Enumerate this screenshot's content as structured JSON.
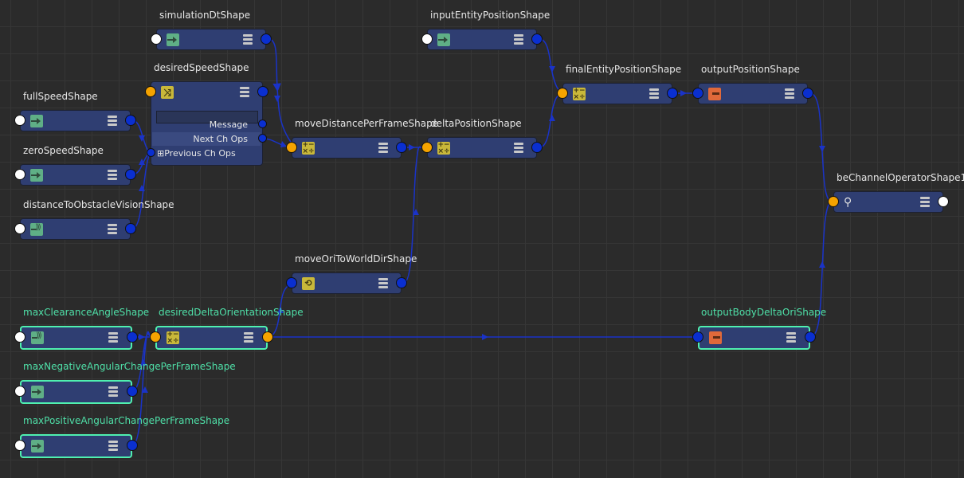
{
  "graph": {
    "wire_color": "#1a33c8",
    "selected_border_color": "#4ff0b0",
    "nodes": {
      "simulationDt": {
        "label": "simulationDtShape",
        "icon": "input-icon",
        "selected": false
      },
      "desiredSpeed": {
        "label": "desiredSpeedShape",
        "icon": "shuffle-icon",
        "selected": false,
        "attributes": {
          "message": "Message",
          "next_ch_ops": "Next Ch Ops",
          "previous_ch_ops": "Previous Ch Ops",
          "expand_glyph": "⊞"
        }
      },
      "fullSpeed": {
        "label": "fullSpeedShape",
        "icon": "input-icon",
        "selected": false
      },
      "zeroSpeed": {
        "label": "zeroSpeedShape",
        "icon": "input-icon",
        "selected": false
      },
      "distanceToObstacleVision": {
        "label": "distanceToObstacleVisionShape",
        "icon": "vision-sensor-icon",
        "selected": false
      },
      "inputEntityPosition": {
        "label": "inputEntityPositionShape",
        "icon": "input-icon",
        "selected": false
      },
      "moveDistancePerFrame": {
        "label": "moveDistancePerFrameShape",
        "icon": "calculator-icon",
        "selected": false
      },
      "deltaPosition": {
        "label": "deltaPositionShape",
        "icon": "calculator-icon",
        "selected": false
      },
      "finalEntityPosition": {
        "label": "finalEntityPositionShape",
        "icon": "calculator-icon",
        "selected": false
      },
      "outputPosition": {
        "label": "outputPositionShape",
        "icon": "output-icon",
        "selected": false
      },
      "beChannelOperator": {
        "label": "beChannelOperatorShape1",
        "icon": "actor-icon",
        "selected": false
      },
      "moveOriToWorldDir": {
        "label": "moveOriToWorldDirShape",
        "icon": "orientation-icon",
        "selected": false
      },
      "maxClearanceAngle": {
        "label": "maxClearanceAngleShape",
        "icon": "vision-sensor-icon",
        "selected": true
      },
      "desiredDeltaOrientation": {
        "label": "desiredDeltaOrientationShape",
        "icon": "calculator-icon",
        "selected": true
      },
      "outputBodyDeltaOri": {
        "label": "outputBodyDeltaOriShape",
        "icon": "output-icon",
        "selected": true
      },
      "maxNegativeAngularChangePerFrame": {
        "label": "maxNegativeAngularChangePerFrameShape",
        "icon": "input-icon",
        "selected": true
      },
      "maxPositiveAngularChangePerFrame": {
        "label": "maxPositiveAngularChangePerFrameShape",
        "icon": "input-icon",
        "selected": true
      }
    },
    "icon_glyphs": {
      "calculator": "+−\n×÷",
      "shuffle": "⤨",
      "orientation": "⟲",
      "actor": "🯅"
    }
  }
}
